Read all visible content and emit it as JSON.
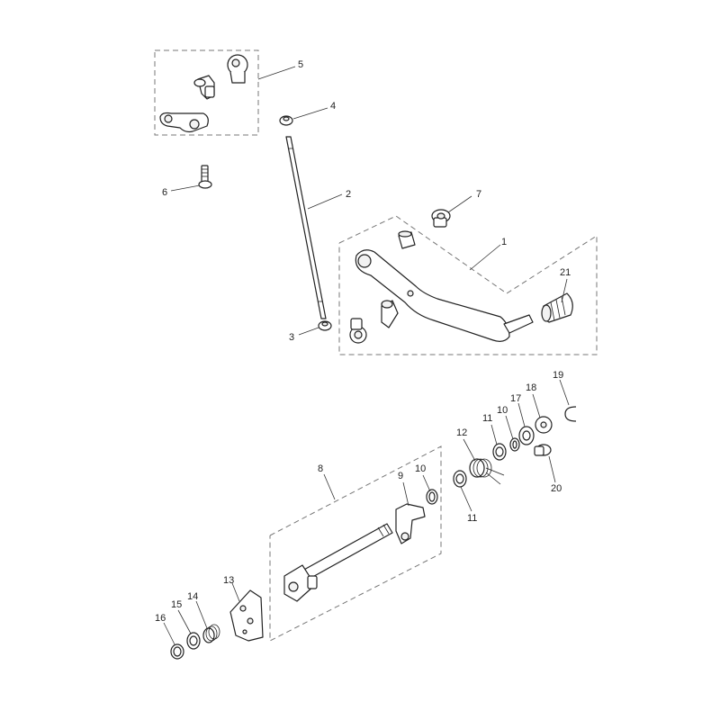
{
  "diagram": {
    "callouts": {
      "c1": "1",
      "c2": "2",
      "c3": "3",
      "c4": "4",
      "c5": "5",
      "c6": "6",
      "c7": "7",
      "c8": "8",
      "c9": "9",
      "c10a": "10",
      "c10b": "10",
      "c11a": "11",
      "c11b": "11",
      "c12": "12",
      "c13": "13",
      "c14": "14",
      "c15": "15",
      "c16": "16",
      "c17": "17",
      "c18": "18",
      "c19": "19",
      "c20": "20",
      "c21": "21"
    }
  }
}
